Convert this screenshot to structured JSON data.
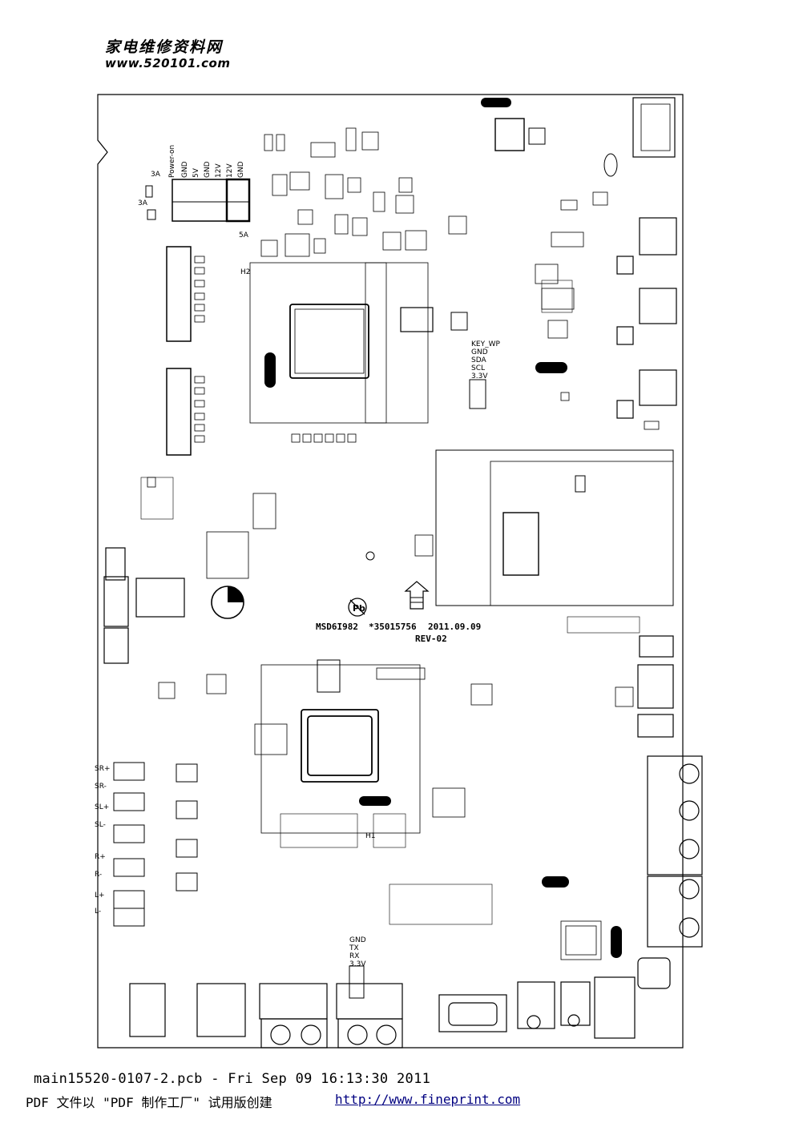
{
  "header": {
    "site_name_cn": "家电维修资料网",
    "site_url": "www.520101.com"
  },
  "board": {
    "model_line": {
      "chip": "MSD6I982",
      "part_no": "*35015756",
      "date": "2011.09.09"
    },
    "revision": "REV-02",
    "power_connector": {
      "title": "Power-on",
      "pins": [
        "GND",
        "5V",
        "GND",
        "12V",
        "12V",
        "GND"
      ]
    },
    "fuse_labels": [
      "3A",
      "3A",
      "5A"
    ],
    "ref_h2": "H2",
    "ref_h1": "H1",
    "key_header": [
      "KEY_WP",
      "GND",
      "SDA",
      "SCL",
      "3.3V"
    ],
    "uart_header": [
      "GND",
      "TX",
      "RX",
      "3.3V"
    ],
    "speaker_labels": [
      "SR+",
      "SR-",
      "SL+",
      "SL-",
      "R+",
      "R-",
      "L+",
      "L-"
    ],
    "pb_mark": "Pb"
  },
  "footer": {
    "file_line": "main15520-0107-2.pcb - Fri Sep 09 16:13:30 2011",
    "pdf_note": "PDF 文件以 \"PDF 制作工厂\" 试用版创建",
    "pdf_url": "http://www.fineprint.com"
  }
}
